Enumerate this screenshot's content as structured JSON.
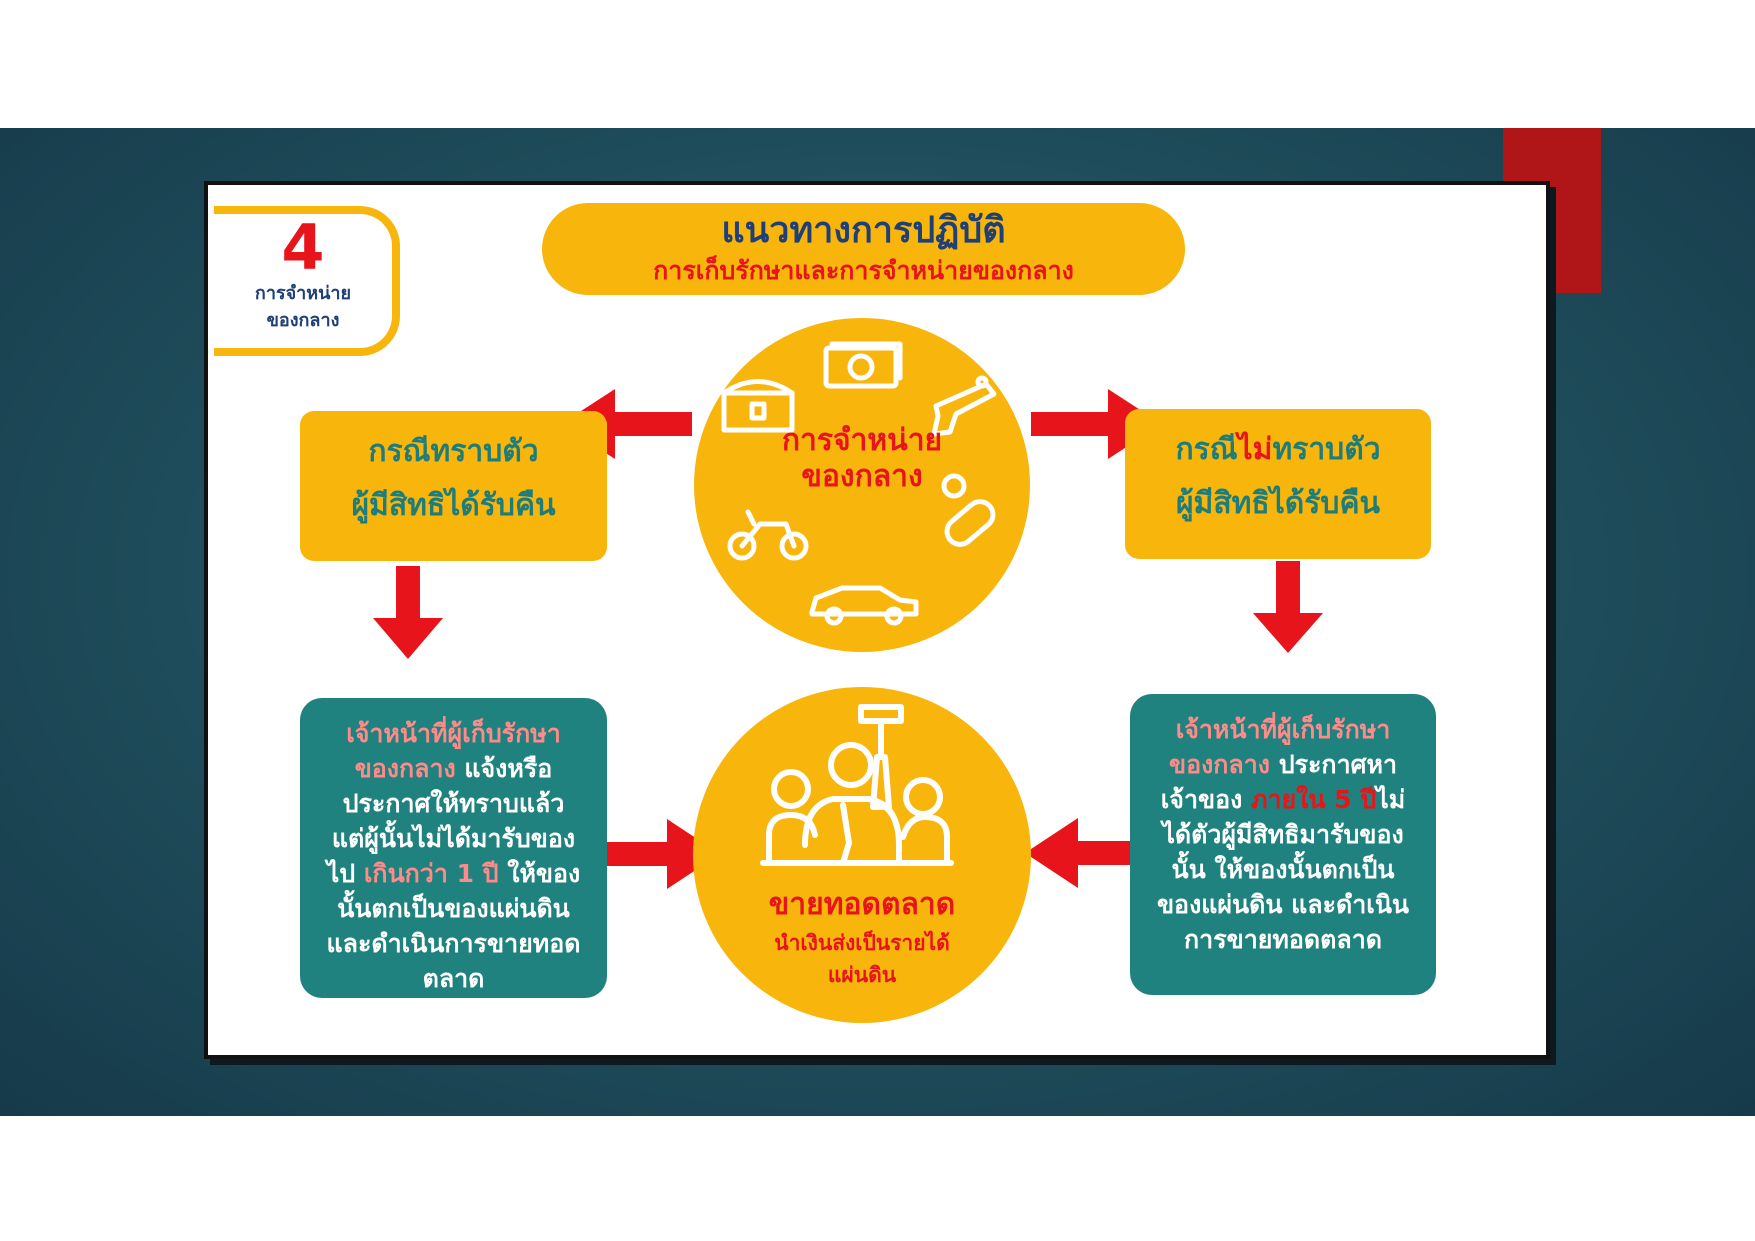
{
  "step": {
    "number": "4",
    "label_line1": "การจำหน่าย",
    "label_line2": "ของกลาง"
  },
  "title": {
    "main": "แนวทางการปฏิบัติ",
    "sub": "การเก็บรักษาและการจำหน่ายของกลาง"
  },
  "center_top": {
    "line1": "การจำหน่าย",
    "line2": "ของกลาง"
  },
  "left_case": {
    "line1": "กรณีทราบตัว",
    "line2": "ผู้มีสิทธิได้รับคืน"
  },
  "right_case": {
    "line1_before": "กรณี",
    "line1_highlight": "ไม่",
    "line1_after": "ทราบตัว",
    "line2": "ผู้มีสิทธิได้รับคืน"
  },
  "left_detail": {
    "l1": "เจ้าหน้าที่ผู้เก็บรักษา",
    "l2_hl": "ของกลาง",
    "l2": " แจ้งหรือ",
    "l3": "ประกาศให้ทราบแล้ว",
    "l4": "แต่ผู้นั้นไม่ได้มารับของ",
    "l5_a": "ไป ",
    "l5_hl": "เกินกว่า 1 ปี",
    "l5_b": " ให้ของ",
    "l6": "นั้นตกเป็นของแผ่นดิน",
    "l7": "และดำเนินการขายทอด",
    "l8": "ตลาด"
  },
  "right_detail": {
    "l1": "เจ้าหน้าที่ผู้เก็บรักษา",
    "l2_hl": "ของกลาง",
    "l2": " ประกาศหา",
    "l3_a": "เจ้าของ ",
    "l3_hl": "ภายใน 5 ปี",
    "l3_b": "ไม่",
    "l4": "ได้ตัวผู้มีสิทธิมารับของ",
    "l5": "นั้น ให้ของนั้นตกเป็น",
    "l6": "ของแผ่นดิน และดำเนิน",
    "l7": "การขายทอดตลาด"
  },
  "center_bottom": {
    "line1": "ขายทอดตลาด",
    "line2": "นำเงินส่งเป็นรายได้",
    "line3": "แผ่นดิน"
  },
  "icons": [
    "money-icon",
    "treasure-chest-icon",
    "gun-icon",
    "pills-icon",
    "motorcycle-icon",
    "car-icon",
    "auctioneer-icon"
  ],
  "colors": {
    "yellow": "#f8b50c",
    "teal": "#1f827e",
    "red": "#e8141b",
    "navy": "#1e3f77",
    "slide_bg": "#1f4d5b",
    "accent_tab": "#b01518"
  }
}
